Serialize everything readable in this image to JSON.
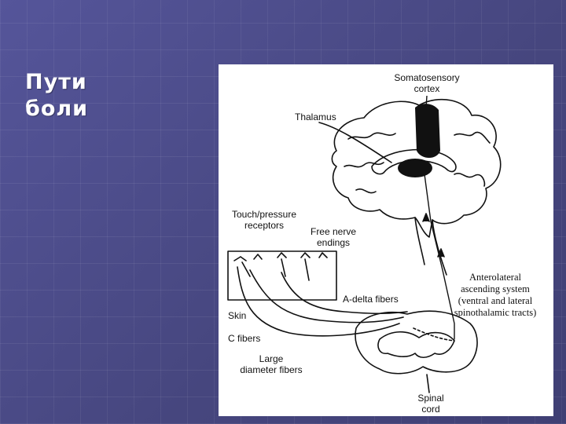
{
  "slide": {
    "title_line1": "Пути",
    "title_line2": "боли"
  },
  "figure": {
    "labels": {
      "somatosensory_line1": "Somatosensory",
      "somatosensory_line2": "cortex",
      "thalamus": "Thalamus",
      "touch_line1": "Touch/pressure",
      "touch_line2": "receptors",
      "free_nerve_line1": "Free nerve",
      "free_nerve_line2": "endings",
      "anterolateral_line1": "Anterolateral",
      "anterolateral_line2": "ascending system",
      "anterolateral_line3": "(ventral and lateral",
      "anterolateral_line4": "spinothalamic tracts)",
      "a_delta": "A-delta fibers",
      "skin": "Skin",
      "c_fibers": "C fibers",
      "large_line1": "Large",
      "large_line2": "diameter fibers",
      "spinal_line1": "Spinal",
      "spinal_line2": "cord"
    }
  }
}
